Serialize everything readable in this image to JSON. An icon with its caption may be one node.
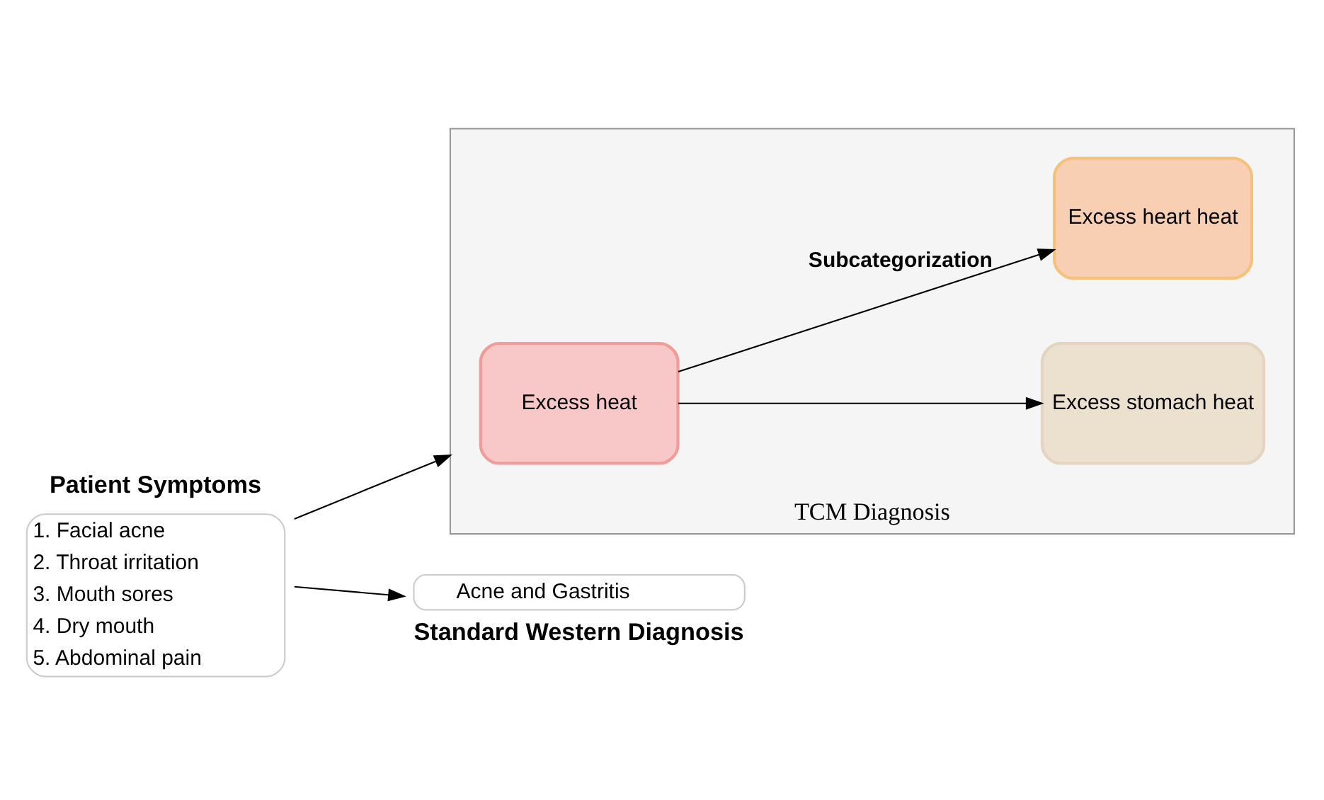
{
  "diagram": {
    "nodes": [
      {
        "text": [
          "Patient Symptoms",
          "1. Facial acne",
          "2. Throat irritation",
          "3. Mouth sores",
          "4. Dry mouth",
          "5. Abdominal pain"
        ]
      },
      {
        "text": [
          "TCM Diagnosis"
        ]
      },
      {
        "text": [
          "Excess heat"
        ],
        "in": 1
      },
      {
        "text": [
          "Excess stomach heat"
        ],
        "in": 1
      },
      {
        "text": [
          "Excess heart heat"
        ],
        "in": 1
      },
      {
        "text": [
          "Acne and Gastritis",
          "Standard Western Diagnosis"
        ]
      }
    ],
    "edges": [
      {
        "from": 0,
        "to": 1,
        "arrow": "to"
      },
      {
        "from": 0,
        "to": 5,
        "arrow": "to"
      },
      {
        "from": 2,
        "to": 3,
        "arrow": "to"
      },
      {
        "from": 2,
        "to": 4,
        "arrow": "to",
        "label": "Subcategorization"
      }
    ]
  }
}
